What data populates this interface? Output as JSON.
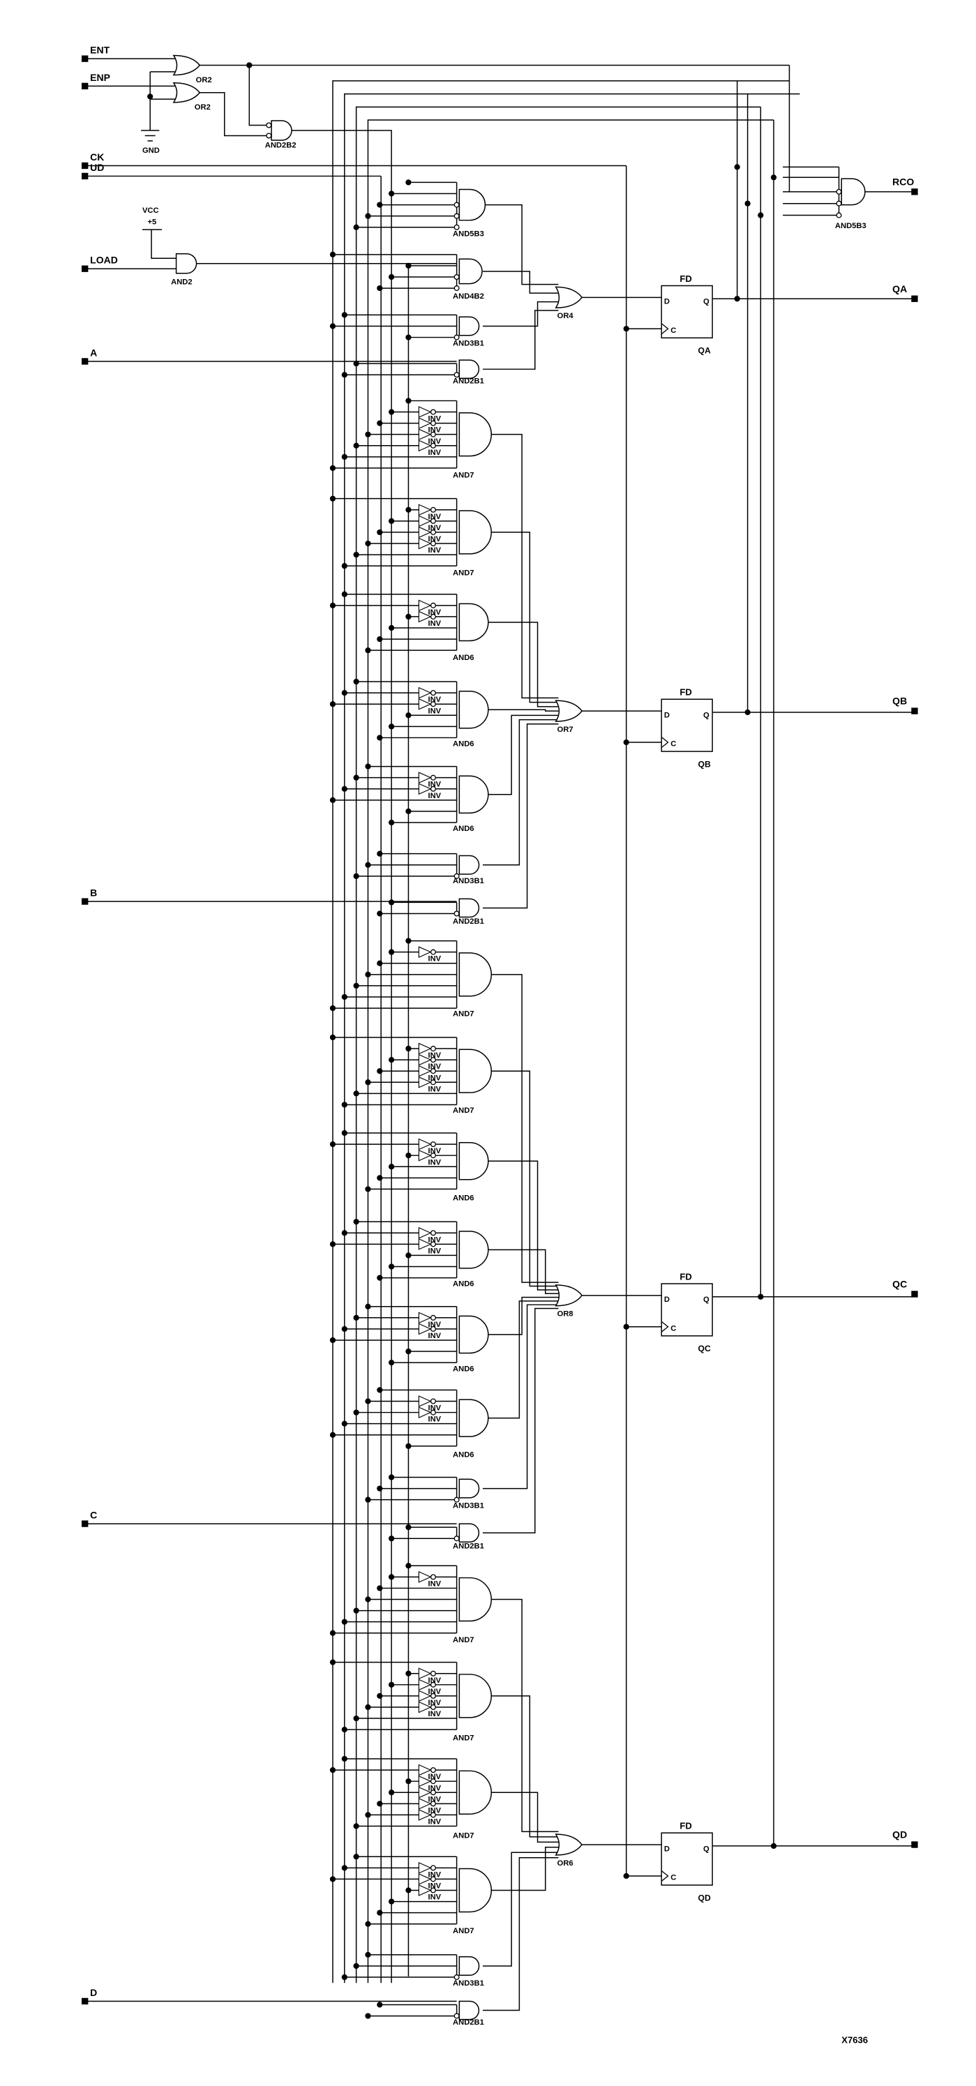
{
  "diagram_id_label": "X7636",
  "inputs": [
    {
      "label": "ENT"
    },
    {
      "label": "ENP"
    },
    {
      "label": "CK"
    },
    {
      "label": "UD"
    },
    {
      "label": "LOAD"
    },
    {
      "label": "A"
    },
    {
      "label": "B"
    },
    {
      "label": "C"
    },
    {
      "label": "D"
    }
  ],
  "outputs": [
    {
      "label": "RCO"
    },
    {
      "label": "QA"
    },
    {
      "label": "QB"
    },
    {
      "label": "QC"
    },
    {
      "label": "QD"
    }
  ],
  "power": {
    "vcc": "VCC",
    "vcc_value": "+5",
    "gnd": "GND"
  },
  "front_gates": {
    "or_a": "OR2",
    "or_b": "OR2",
    "and_enable": "AND2B2",
    "and_load": "AND2",
    "rco_gate": "AND5B3"
  },
  "inv_label": "INV",
  "flipflops": [
    {
      "type": "FD",
      "name": "QA",
      "d": "D",
      "c": "C",
      "q": "Q",
      "or_gate": "OR4"
    },
    {
      "type": "FD",
      "name": "QB",
      "d": "D",
      "c": "C",
      "q": "Q",
      "or_gate": "OR7"
    },
    {
      "type": "FD",
      "name": "QC",
      "d": "D",
      "c": "C",
      "q": "Q",
      "or_gate": "OR8"
    },
    {
      "type": "FD",
      "name": "QD",
      "d": "D",
      "c": "C",
      "q": "Q",
      "or_gate": "OR6"
    }
  ],
  "sections": [
    [
      {
        "label": "AND5B3",
        "inputs": 5,
        "bubbles": 3,
        "inv": 0
      },
      {
        "label": "AND4B2",
        "inputs": 4,
        "bubbles": 2,
        "inv": 0
      },
      {
        "label": "AND3B1",
        "inputs": 3,
        "bubbles": 1,
        "inv": 0
      },
      {
        "label": "AND2B1",
        "inputs": 2,
        "bubbles": 1,
        "inv": 0
      }
    ],
    [
      {
        "label": "AND7",
        "inputs": 7,
        "bubbles": 0,
        "inv": 4
      },
      {
        "label": "AND7",
        "inputs": 7,
        "bubbles": 0,
        "inv": 4
      },
      {
        "label": "AND6",
        "inputs": 6,
        "bubbles": 0,
        "inv": 2
      },
      {
        "label": "AND6",
        "inputs": 6,
        "bubbles": 0,
        "inv": 2
      },
      {
        "label": "AND6",
        "inputs": 6,
        "bubbles": 0,
        "inv": 2
      },
      {
        "label": "AND3B1",
        "inputs": 3,
        "bubbles": 1,
        "inv": 0
      },
      {
        "label": "AND2B1",
        "inputs": 2,
        "bubbles": 1,
        "inv": 0
      }
    ],
    [
      {
        "label": "AND7",
        "inputs": 7,
        "bubbles": 0,
        "inv": 1
      },
      {
        "label": "AND7",
        "inputs": 7,
        "bubbles": 0,
        "inv": 4
      },
      {
        "label": "AND6",
        "inputs": 6,
        "bubbles": 0,
        "inv": 2
      },
      {
        "label": "AND6",
        "inputs": 6,
        "bubbles": 0,
        "inv": 2
      },
      {
        "label": "AND6",
        "inputs": 6,
        "bubbles": 0,
        "inv": 2
      },
      {
        "label": "AND6",
        "inputs": 6,
        "bubbles": 0,
        "inv": 2
      },
      {
        "label": "AND3B1",
        "inputs": 3,
        "bubbles": 1,
        "inv": 0
      },
      {
        "label": "AND2B1",
        "inputs": 2,
        "bubbles": 1,
        "inv": 0
      }
    ],
    [
      {
        "label": "AND7",
        "inputs": 7,
        "bubbles": 0,
        "inv": 1
      },
      {
        "label": "AND7",
        "inputs": 7,
        "bubbles": 0,
        "inv": 4
      },
      {
        "label": "AND7",
        "inputs": 7,
        "bubbles": 0,
        "inv": 5
      },
      {
        "label": "AND7",
        "inputs": 7,
        "bubbles": 0,
        "inv": 3
      },
      {
        "label": "AND3B1",
        "inputs": 3,
        "bubbles": 1,
        "inv": 0
      },
      {
        "label": "AND2B1",
        "inputs": 2,
        "bubbles": 1,
        "inv": 0
      }
    ]
  ]
}
